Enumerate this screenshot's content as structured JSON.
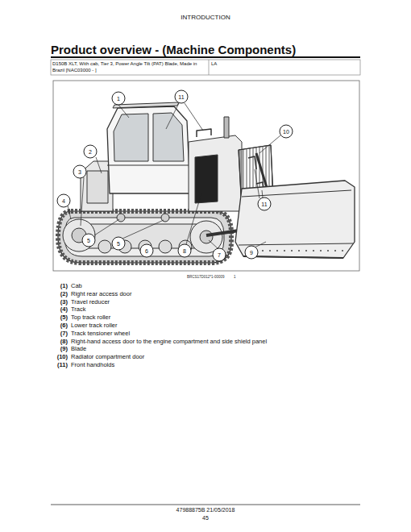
{
  "diagram": {
    "title": "Product overview - (Machine Components)",
    "labels": [
      "INTRODUCTION",
      "D150B XLT, With cab, Tier 3, Power Angle Tilt (PAT) Blade, Made in Brazil [NAC03000 - ]",
      "LA",
      "1",
      "11",
      "10",
      "2",
      "3",
      "4",
      "11",
      "5",
      "5",
      "6",
      "8",
      "7",
      "9",
      "BRCS17D012*1-00009",
      "1",
      "(1)",
      "Cab",
      "(2)",
      "Right rear access door",
      "(3)",
      "Travel reducer",
      "(4)",
      "Track",
      "(5)",
      "Top track roller",
      "(6)",
      "Lower track roller",
      "(7)",
      "Track tensioner wheel",
      "(8)",
      "Right-hand access door to the engine compartment and side shield panel",
      "(9)",
      "Blade",
      "(10)",
      "Radiator compartment door",
      "(11)",
      "Front handholds",
      "47988875B 21/05/2018",
      "45"
    ]
  }
}
